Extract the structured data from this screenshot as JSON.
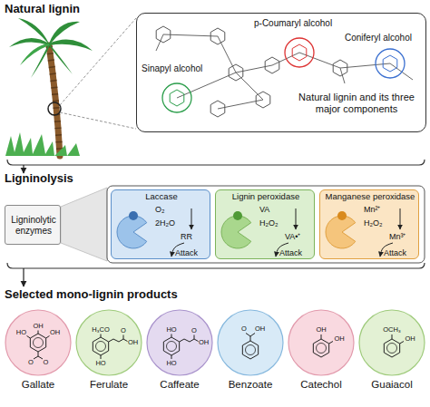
{
  "diagram": {
    "nodes": [
      {
        "text": [
          "Natural lignin and its three major components"
        ]
      },
      {
        "text": [
          "Ligninolytic enzymes"
        ]
      },
      {
        "text": [
          "Laccase",
          "O₂",
          "2H₂O",
          "RR",
          "Attack"
        ]
      },
      {
        "text": [
          "Lignin peroxidase",
          "VA",
          "H₂O₂",
          "VA•⁺",
          "Attack"
        ]
      },
      {
        "text": [
          "Manganese peroxidase",
          "Mn²⁺",
          "H₂O₂",
          "Mn³⁺",
          "Attack"
        ]
      },
      {
        "text": [
          "Gallate",
          "OH",
          "HO",
          "OH",
          "O",
          "O"
        ]
      },
      {
        "text": [
          "Ferulate",
          "H₃CO",
          "O",
          "OH",
          "HO"
        ]
      },
      {
        "text": [
          "Caffeate",
          "HO",
          "O",
          "OH",
          "HO"
        ]
      },
      {
        "text": [
          "Benzoate",
          "O",
          "OH"
        ]
      },
      {
        "text": [
          "Catechol",
          "OH",
          "OH"
        ]
      },
      {
        "text": [
          "Guaiacol",
          "OCH₃",
          "OH"
        ]
      }
    ],
    "labels": [
      "Natural lignin",
      "p-Coumaryl alcohol",
      "Sinapyl alcohol",
      "Coniferyl alcohol",
      "Ligninolysis",
      "Selected mono-lignin products"
    ]
  }
}
